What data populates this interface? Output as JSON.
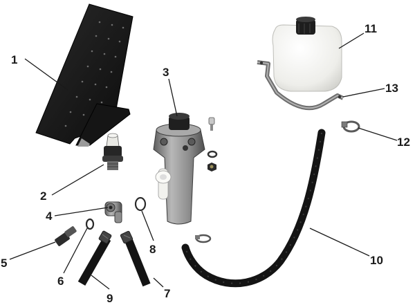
{
  "diagram": {
    "parts": [
      {
        "number": "1",
        "name": "accelerator-pedal"
      },
      {
        "number": "2",
        "name": "pressure-switch"
      },
      {
        "number": "3",
        "name": "master-cylinder"
      },
      {
        "number": "4",
        "name": "banjo-fitting"
      },
      {
        "number": "5",
        "name": "banjo-bolt"
      },
      {
        "number": "6",
        "name": "sealing-washer"
      },
      {
        "number": "7",
        "name": "short-hose"
      },
      {
        "number": "8",
        "name": "o-ring"
      },
      {
        "number": "9",
        "name": "short-hose"
      },
      {
        "number": "10",
        "name": "reservoir-hose"
      },
      {
        "number": "11",
        "name": "fluid-reservoir"
      },
      {
        "number": "12",
        "name": "hose-clamp"
      },
      {
        "number": "13",
        "name": "reservoir-bracket"
      }
    ],
    "colors": {
      "background": "#ffffff",
      "rubber": "#1c1c1c",
      "metal": "#8a8a8a",
      "plastic": "#f3f3f0",
      "label": "#1a1a1a"
    }
  }
}
